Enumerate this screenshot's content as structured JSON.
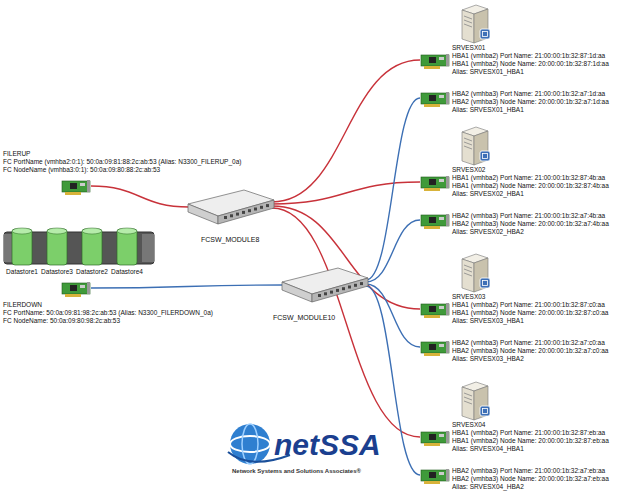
{
  "diagram": {
    "nodes": [
      {
        "text": [
          "FILERUP",
          "FC PortName (vmhba2:0:1): 50:0a:09:81:88:2c:ab:53 (Alias: N3300_FILERUP_0a)",
          "FC NodeName (vmhba3:0:1): 50:0a:09:80:88:2c:ab:53"
        ]
      },
      {
        "text": [
          "FILERDOWN",
          "FC PortName: 50:0a:09:81:98:2c:ab:53 (Alias: N3300_FILERDOWN_0a)",
          "FC NodeName: 50:0a:09:80:98:2c:ab:53"
        ]
      },
      {
        "text": [
          "FCSW_MODULE8"
        ]
      },
      {
        "text": [
          "FCSW_MODULE10"
        ]
      },
      {
        "text": [
          "SRVESX01",
          "HBA1 (vmhba2) Port Name: 21:00:00:1b:32:87:1d:aa",
          "HBA1 (vmhba2) Node Name: 20:00:00:1b:32:87:1d:aa",
          "Alias: SRVESX01_HBA1"
        ]
      },
      {
        "text": [
          "HBA2 (vmhba3) Port Name: 21:00:00:1b:32:a7:1d:aa",
          "HBA2 (vmhba3) Node Name: 20:00:00:1b:32:a7:1d:aa",
          "Alias: SRVESX01_HBA1"
        ]
      },
      {
        "text": [
          "SRVESX02",
          "HBA1 (vmhba2) Port Name: 21:00:00:1b:32:87:4b:aa",
          "HBA1 (vmhba2) Node Name: 20:00:00:1b:32:87:4b:aa",
          "Alias: SRVESX02_HBA1"
        ]
      },
      {
        "text": [
          "HBA2 (vmhba3) Port Name: 21:00:00:1b:32:a7:4b:aa",
          "HBA2 (vmhba3) Node Name: 20:00:00:1b:32:a7:4b:aa",
          "Alias: SRVESX02_HBA2"
        ]
      },
      {
        "text": [
          "SRVESX03",
          "HBA1 (vmhba2) Port Name: 21:00:00:1b:32:87:c0:aa",
          "HBA1 (vmhba2) Node Name: 20:00:00:1b:32:87:c0:aa",
          "Alias: SRVESX03_HBA1"
        ]
      },
      {
        "text": [
          "HBA2 (vmhba3) Port Name: 21:00:00:1b:32:a7:c0:aa",
          "HBA2 (vmhba3) Node Name: 20:00:00:1b:32:a7:c0:aa",
          "Alias: SRVESX03_HBA2"
        ]
      },
      {
        "text": [
          "SRVESX04",
          "HBA1 (vmhba2) Port Name: 21:00:00:1b:32:87:eb:aa",
          "HBA1 (vmhba2) Node Name: 20:00:00:1b:32:87:eb:aa",
          "Alias: SRVESX04_HBA1"
        ]
      },
      {
        "text": [
          "HBA2 (vmhba3) Port Name: 21:00:00:1b:32:a7:eb:aa",
          "HBA2 (vmhba3) Node Name: 20:00:00:1b:32:a7:eb:aa",
          "Alias: SRVESX04_HBA2"
        ]
      }
    ],
    "edges": [
      {
        "from": 0,
        "to": 2,
        "arrow": "none"
      },
      {
        "from": 2,
        "to": 4,
        "arrow": "none"
      },
      {
        "from": 2,
        "to": 6,
        "arrow": "none"
      },
      {
        "from": 2,
        "to": 8,
        "arrow": "none"
      },
      {
        "from": 2,
        "to": 10,
        "arrow": "none"
      },
      {
        "from": 1,
        "to": 3,
        "arrow": "none"
      },
      {
        "from": 3,
        "to": 5,
        "arrow": "none"
      },
      {
        "from": 3,
        "to": 7,
        "arrow": "none"
      },
      {
        "from": 3,
        "to": 9,
        "arrow": "none"
      },
      {
        "from": 3,
        "to": 11,
        "arrow": "none"
      }
    ],
    "labels": [
      "Datastore1",
      "Datastore3",
      "Datastore2",
      "Datastore4",
      "netSSA",
      "Network Systems and Solutions Associates®"
    ]
  }
}
